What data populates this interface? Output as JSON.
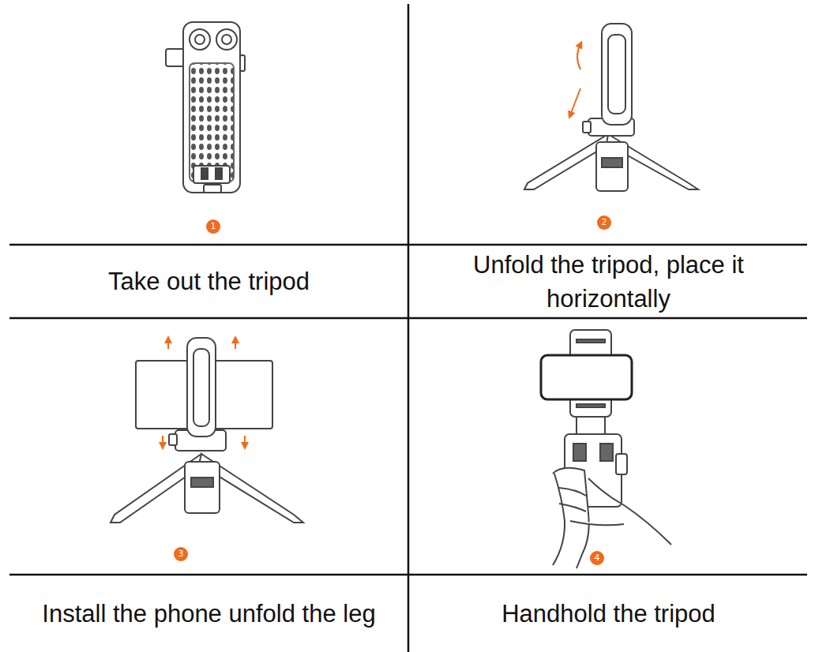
{
  "diagram": {
    "labels": [
      "1",
      "Take out the tripod",
      "2",
      "Unfold the tripod, place it horizontally",
      "3",
      "Install the phone unfold the leg",
      "4",
      "Handhold the tripod"
    ]
  }
}
